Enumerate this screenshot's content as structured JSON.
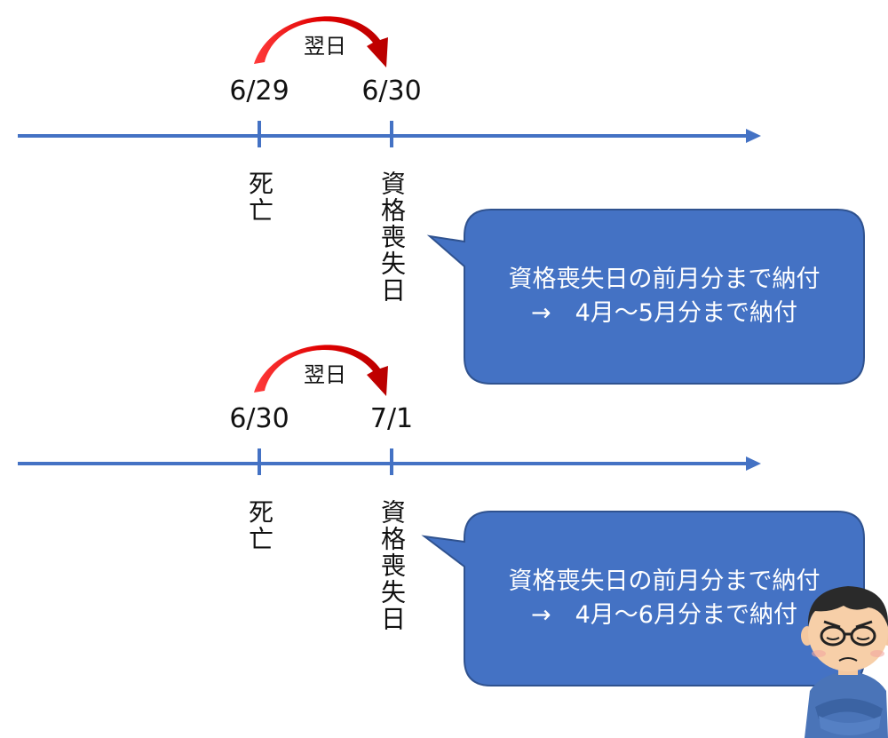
{
  "timeline1": {
    "next_day_label": "翌日",
    "date_death": "6/29",
    "date_loss": "6/30",
    "event_death": "死亡",
    "event_loss": "資格喪失日",
    "bubble_line1": "資格喪失日の前月分まで納付",
    "bubble_line2": "→　4月～5月分まで納付"
  },
  "timeline2": {
    "next_day_label": "翌日",
    "date_death": "6/30",
    "date_loss": "7/1",
    "event_death": "死亡",
    "event_loss": "資格喪失日",
    "bubble_line1": "資格喪失日の前月分まで納付",
    "bubble_line2": "→　4月～6月分まで納付"
  },
  "colors": {
    "timeline": "#4472c4",
    "bubble": "#4472c4",
    "bubble_border": "#2f528f",
    "arrow": "#e00000"
  },
  "icons": {
    "person": "worried-man-icon"
  }
}
